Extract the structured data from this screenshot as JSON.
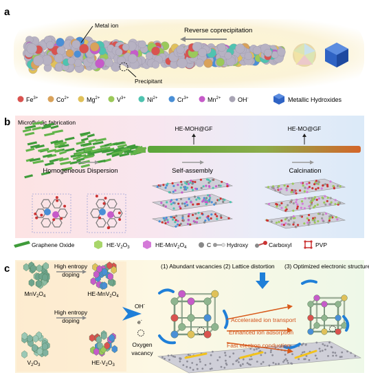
{
  "panels": {
    "a": {
      "letter": "a",
      "labels": {
        "metal_ion": "Metal ion",
        "reverse": "Reverse coprecipitation",
        "precipitant": "Precipitant"
      },
      "legend": [
        {
          "label": "Fe3+",
          "base": "Fe",
          "sup": "3+",
          "color": "#d9534f"
        },
        {
          "label": "Co2+",
          "base": "Co",
          "sup": "2+",
          "color": "#d9a25a"
        },
        {
          "label": "Mg2+",
          "base": "Mg",
          "sup": "2+",
          "color": "#e0c15a"
        },
        {
          "label": "V3+",
          "base": "V",
          "sup": "3+",
          "color": "#9bc95a"
        },
        {
          "label": "Ni2+",
          "base": "Ni",
          "sup": "2+",
          "color": "#4fc3b0"
        },
        {
          "label": "Cr3+",
          "base": "Cr",
          "sup": "3+",
          "color": "#4a8fd6"
        },
        {
          "label": "Mn2+",
          "base": "Mn",
          "sup": "2+",
          "color": "#c65bc9"
        },
        {
          "label": "OH-",
          "base": "OH",
          "sup": "-",
          "color": "#a8a4b4"
        }
      ],
      "legend_extra": "Metallic Hydroxides"
    },
    "b": {
      "letter": "b",
      "labels": {
        "microfluidic": "Microfluidic fabrication",
        "hemoh": "HE-MOH@GF",
        "hemo": "HE-MO@GF",
        "stage1": "Homogeneous Dispersion",
        "stage2": "Self-assembly",
        "stage3": "Calcination"
      },
      "legend": {
        "go": "Graphene Oxide",
        "hev2o3": "HE-V2O3",
        "hemnv2o4": "HE-MnV2O4",
        "c": "C",
        "hydroxy": "Hydroxy",
        "carboxyl": "Carboxyl",
        "pvp": "PVP"
      }
    },
    "c": {
      "letter": "c",
      "labels": {
        "high_entropy_1": "High entropy",
        "doping_1": "doping",
        "high_entropy_2": "High entropy",
        "doping_2": "doping",
        "mnv2o4": "MnV2O4",
        "hemnv2o4": "HE-MnV2O4",
        "v2o3": "V2O3",
        "hev2o3": "HE-V2O3",
        "oh": "OH-",
        "e": "e-",
        "oxygen": "Oxygen",
        "vacancy": "vacancy",
        "f1": "(1) Abundant vacancies",
        "f2": "(2) Lattice distortion",
        "f3": "(3) Optimized electronic structure",
        "e1": "Accelerated ion transport",
        "e2": "Enhanced ion adsorption",
        "e3": "Fast electron conduction"
      }
    }
  }
}
